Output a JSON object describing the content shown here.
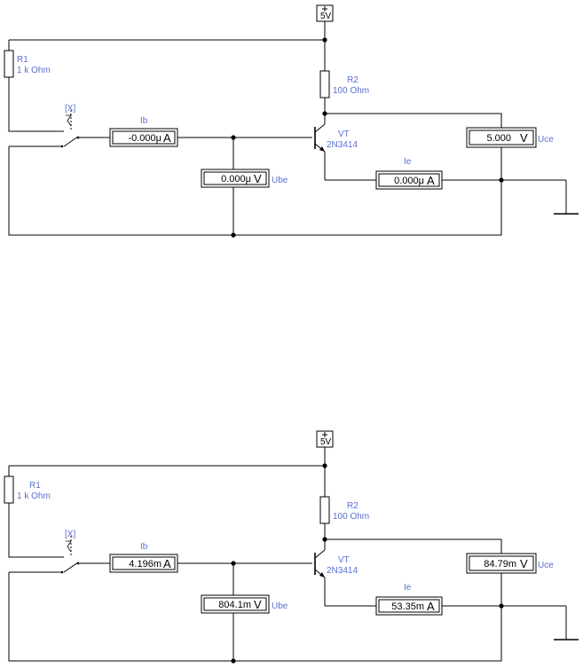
{
  "circuits": [
    {
      "id": "top",
      "source": {
        "label": "5V",
        "sign": "+"
      },
      "r1": {
        "name": "R1",
        "value": "1 k Ohm"
      },
      "r2": {
        "name": "R2",
        "value": "100  Ohm"
      },
      "transistor": {
        "name": "VT",
        "model": "2N3414"
      },
      "switch": {
        "key": "[X]"
      },
      "meters": {
        "ib": {
          "label": "Ib",
          "value": "-0.000μ",
          "unit": "A"
        },
        "ube": {
          "label": "Ube",
          "value": "0.000μ",
          "unit": "V"
        },
        "ie": {
          "label": "Ie",
          "value": "0.000μ",
          "unit": "A"
        },
        "uce": {
          "label": "Uce",
          "value": "5.000",
          "unit": "V"
        }
      }
    },
    {
      "id": "bottom",
      "source": {
        "label": "5V",
        "sign": "+"
      },
      "r1": {
        "name": "R1",
        "value": "1 k Ohm"
      },
      "r2": {
        "name": "R2",
        "value": "100  Ohm"
      },
      "transistor": {
        "name": "VT",
        "model": "2N3414"
      },
      "switch": {
        "key": "[X]"
      },
      "meters": {
        "ib": {
          "label": "Ib",
          "value": "4.196m",
          "unit": "A"
        },
        "ube": {
          "label": "Ube",
          "value": "804.1m",
          "unit": "V"
        },
        "ie": {
          "label": "Ie",
          "value": "53.35m",
          "unit": "A"
        },
        "uce": {
          "label": "Uce",
          "value": "84.79m",
          "unit": "V"
        }
      }
    }
  ]
}
